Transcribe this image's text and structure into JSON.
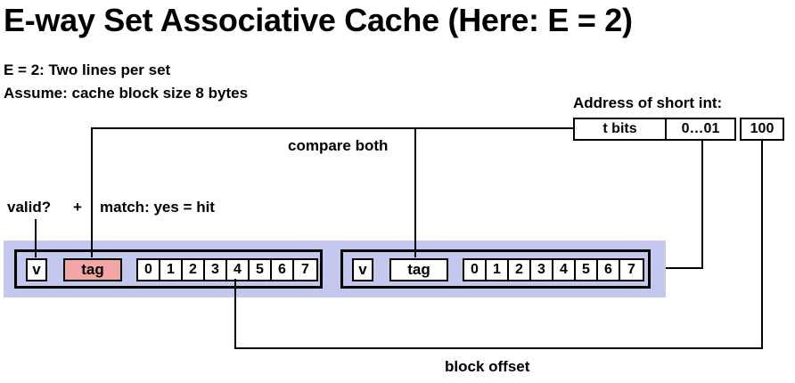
{
  "title": "E-way Set Associative Cache (Here: E = 2)",
  "subtitle_line1": "E = 2: Two lines per set",
  "subtitle_line2": "Assume: cache block size 8 bytes",
  "address_label": "Address of short int:",
  "address_fields": {
    "tag": "t bits",
    "set_index": "0…01",
    "offset": "100"
  },
  "labels": {
    "compare_both": "compare both",
    "valid": "valid?",
    "plus": "+",
    "match": "match: yes = hit",
    "block_offset": "block offset"
  },
  "lines": [
    {
      "valid": "v",
      "tag": "tag",
      "bytes": [
        "0",
        "1",
        "2",
        "3",
        "4",
        "5",
        "6",
        "7"
      ],
      "tag_highlighted": true
    },
    {
      "valid": "v",
      "tag": "tag",
      "bytes": [
        "0",
        "1",
        "2",
        "3",
        "4",
        "5",
        "6",
        "7"
      ],
      "tag_highlighted": false
    }
  ],
  "colors": {
    "set_background": "#c5c8ee",
    "tag_highlight": "#f4a6a6"
  }
}
